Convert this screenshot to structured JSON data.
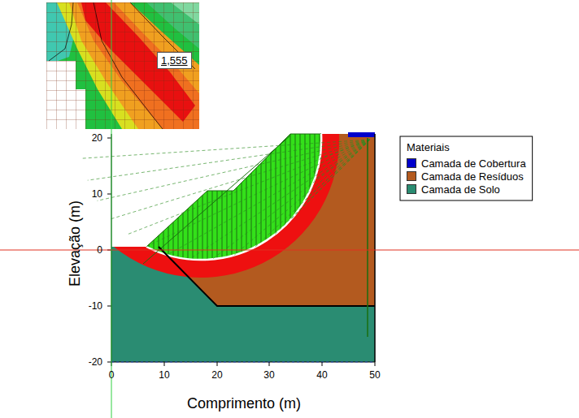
{
  "diagram": {
    "nodes": [
      {
        "text": [
          "1,555"
        ]
      },
      {
        "text": [
          "Materiais"
        ]
      }
    ],
    "labels": [
      "20",
      "10",
      "0",
      "-10",
      "-20",
      "0",
      "10",
      "20",
      "30",
      "40",
      "50",
      "Elevação (m)",
      "Comprimento (m)"
    ],
    "legend": [
      {
        "text": "Camada de Cobertura",
        "color": "#0000cc"
      },
      {
        "text": "Camada de Resíduos",
        "color": "#b35a1f"
      },
      {
        "text": "Camada de Solo",
        "color": "#2a8c72"
      }
    ]
  }
}
